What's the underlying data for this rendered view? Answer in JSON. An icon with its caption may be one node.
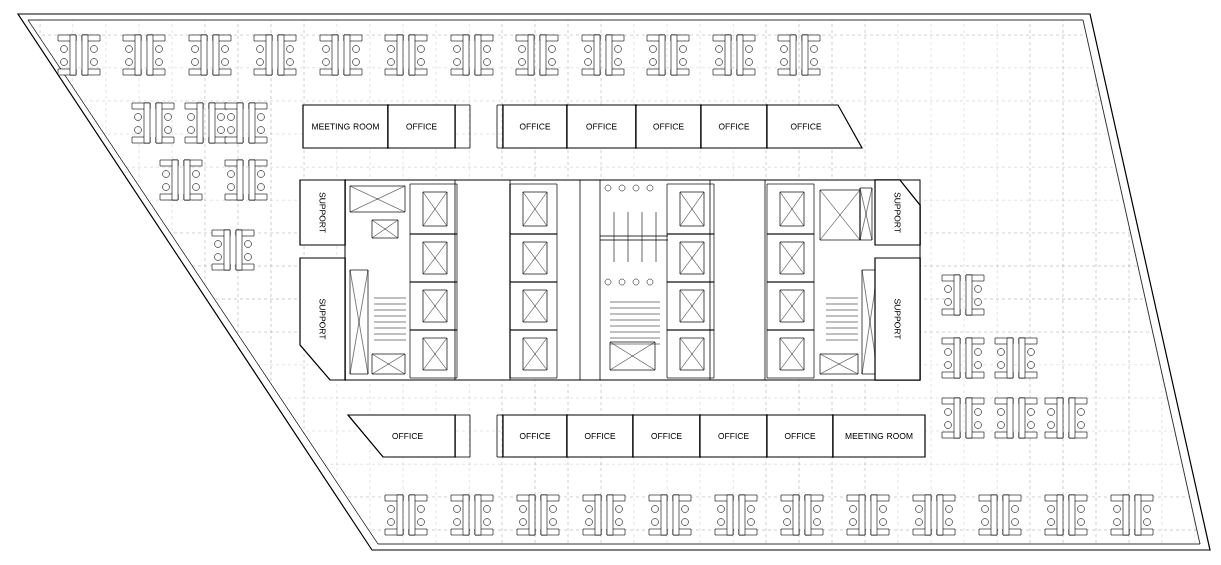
{
  "diagram": {
    "nodes": [
      {
        "text": [
          "MEETING ROOM"
        ]
      },
      {
        "text": [
          "OFFICE"
        ]
      },
      {
        "text": [
          "OFFICE"
        ]
      },
      {
        "text": [
          "OFFICE"
        ]
      },
      {
        "text": [
          "OFFICE"
        ]
      },
      {
        "text": [
          "OFFICE"
        ]
      },
      {
        "text": [
          "OFFICE"
        ]
      },
      {
        "text": [
          "SUPPORT"
        ]
      },
      {
        "text": [
          "SUPPORT"
        ]
      },
      {
        "text": [
          "SUPPORT"
        ]
      },
      {
        "text": [
          "SUPPORT"
        ]
      },
      {
        "text": [
          "OFFICE"
        ]
      },
      {
        "text": [
          "OFFICE"
        ]
      },
      {
        "text": [
          "OFFICE"
        ]
      },
      {
        "text": [
          "OFFICE"
        ]
      },
      {
        "text": [
          "OFFICE"
        ]
      },
      {
        "text": [
          "OFFICE"
        ]
      },
      {
        "text": [
          "MEETING ROOM"
        ]
      }
    ]
  }
}
